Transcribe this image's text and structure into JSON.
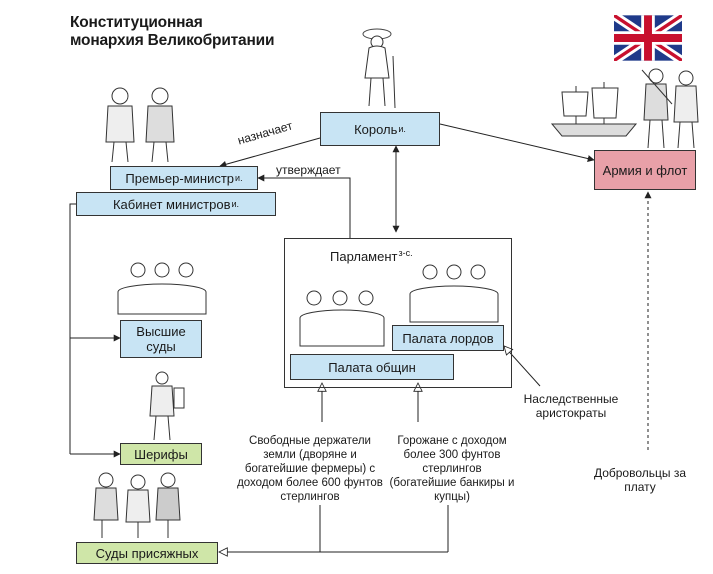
{
  "title_line1": "Конституционная",
  "title_line2": "монархия Великобритании",
  "nodes": {
    "king": "Король",
    "king_mark": "и.",
    "pm": "Премьер-министр",
    "pm_mark": "и.",
    "cabinet": "Кабинет министров",
    "cabinet_mark": "и.",
    "parliament": "Парламент",
    "parliament_mark": "з-с.",
    "lords": "Палата лордов",
    "commons": "Палата общин",
    "army": "Армия и флот",
    "higher_courts": "Высшие суды",
    "sheriffs": "Шерифы",
    "jury": "Суды присяжных"
  },
  "edges": {
    "appoints": "назначает",
    "approves": "утверждает"
  },
  "notes": {
    "freeholders": "Свободные держатели земли (дворяне и богатейшие фермеры) с доходом более 600 фунтов стерлингов",
    "townsmen": "Горожане с доходом более 300 фунтов стерлингов (богатейшие банкиры и купцы)",
    "aristocrats": "Наследственные аристократы",
    "volunteers": "Добровольцы за плату"
  },
  "colors": {
    "blue_box": "#c8e4f4",
    "green_box": "#cfe6a8",
    "pink_box": "#e8a0a8",
    "flag_blue": "#1f3a8a",
    "flag_red": "#c8102e"
  }
}
